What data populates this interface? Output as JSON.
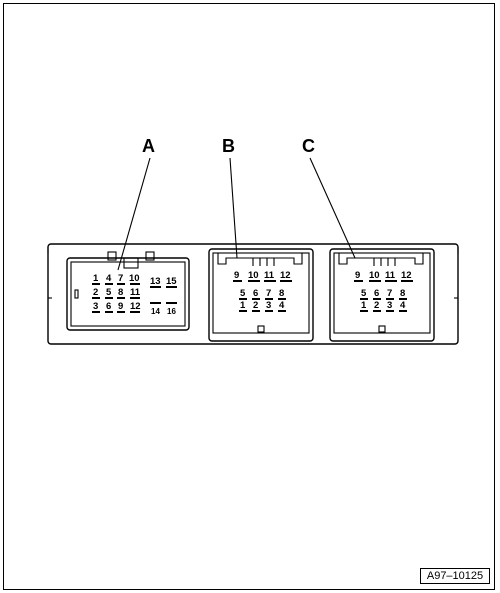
{
  "labels": {
    "a": "A",
    "b": "B",
    "c": "C"
  },
  "connector_a": {
    "pins": [
      "1",
      "2",
      "3",
      "4",
      "5",
      "6",
      "7",
      "8",
      "9",
      "10",
      "11",
      "12",
      "13",
      "14",
      "15",
      "16"
    ]
  },
  "connector_b": {
    "pins": [
      "1",
      "2",
      "3",
      "4",
      "5",
      "6",
      "7",
      "8",
      "9",
      "10",
      "11",
      "12"
    ]
  },
  "connector_c": {
    "pins": [
      "1",
      "2",
      "3",
      "4",
      "5",
      "6",
      "7",
      "8",
      "9",
      "10",
      "11",
      "12"
    ]
  },
  "reference": "A97–10125"
}
